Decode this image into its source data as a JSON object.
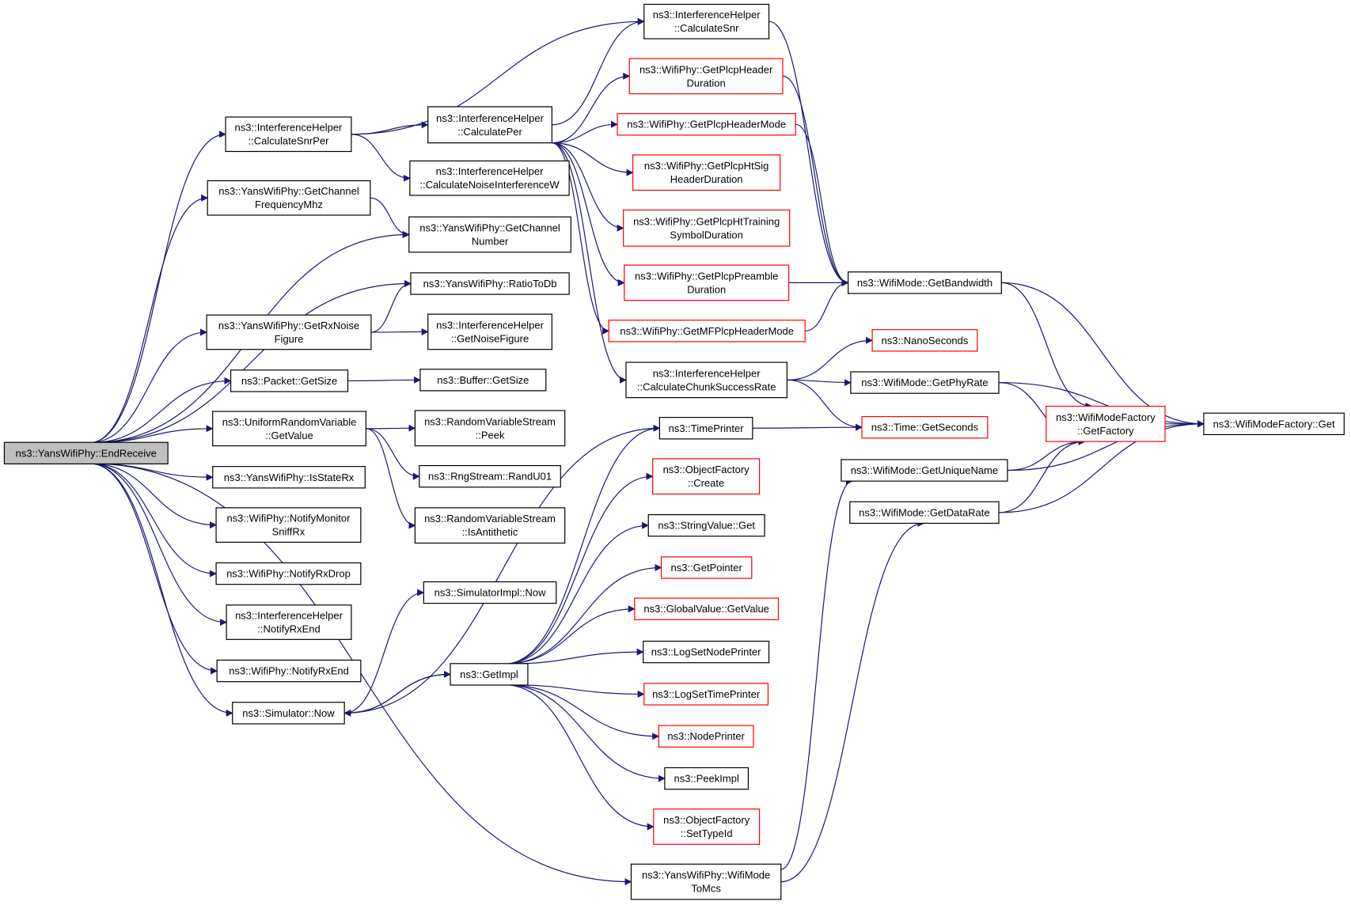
{
  "colors": {
    "edge": "#191970",
    "normal_border": "#000000",
    "truncated_border": "#ff0000",
    "root_fill": "#bfbfbf",
    "fill": "#ffffff"
  },
  "nodes": {
    "endReceive": [
      "ns3::YansWifiPhy::EndReceive"
    ],
    "calcSnrPer": [
      "ns3::InterferenceHelper",
      "::CalculateSnrPer"
    ],
    "getChFreq": [
      "ns3::YansWifiPhy::GetChannel",
      "FrequencyMhz"
    ],
    "getRxNoise": [
      "ns3::YansWifiPhy::GetRxNoise",
      "Figure"
    ],
    "pktGetSize": [
      "ns3::Packet::GetSize"
    ],
    "uniGetValue": [
      "ns3::UniformRandomVariable",
      "::GetValue"
    ],
    "isStateRx": [
      "ns3::YansWifiPhy::IsStateRx"
    ],
    "notifyMonitor": [
      "ns3::WifiPhy::NotifyMonitor",
      "SniffRx"
    ],
    "notifyRxDrop": [
      "ns3::WifiPhy::NotifyRxDrop"
    ],
    "ihNotifyRxEnd": [
      "ns3::InterferenceHelper",
      "::NotifyRxEnd"
    ],
    "wpNotifyRxEnd": [
      "ns3::WifiPhy::NotifyRxEnd"
    ],
    "simNow": [
      "ns3::Simulator::Now"
    ],
    "calcSnr": [
      "ns3::InterferenceHelper",
      "::CalculateSnr"
    ],
    "calcPer": [
      "ns3::InterferenceHelper",
      "::CalculatePer"
    ],
    "calcNoiseW": [
      "ns3::InterferenceHelper",
      "::CalculateNoiseInterferenceW"
    ],
    "getChNum": [
      "ns3::YansWifiPhy::GetChannel",
      "Number"
    ],
    "ratioToDb": [
      "ns3::YansWifiPhy::RatioToDb"
    ],
    "getNoiseFig": [
      "ns3::InterferenceHelper",
      "::GetNoiseFigure"
    ],
    "bufGetSize": [
      "ns3::Buffer::GetSize"
    ],
    "rvsPeek": [
      "ns3::RandomVariableStream",
      "::Peek"
    ],
    "randU01": [
      "ns3::RngStream::RandU01"
    ],
    "isAntithetic": [
      "ns3::RandomVariableStream",
      "::IsAntithetic"
    ],
    "simImplNow": [
      "ns3::SimulatorImpl::Now"
    ],
    "getImpl": [
      "ns3::GetImpl"
    ],
    "wmToMcs": [
      "ns3::YansWifiPhy::WifiMode",
      "ToMcs"
    ],
    "plcpHdrDur": [
      "ns3::WifiPhy::GetPlcpHeader",
      "Duration"
    ],
    "plcpHdrMode": [
      "ns3::WifiPhy::GetPlcpHeaderMode"
    ],
    "plcpHtSig": [
      "ns3::WifiPhy::GetPlcpHtSig",
      "HeaderDuration"
    ],
    "plcpHtTrain": [
      "ns3::WifiPhy::GetPlcpHtTraining",
      "SymbolDuration"
    ],
    "plcpPreamble": [
      "ns3::WifiPhy::GetPlcpPreamble",
      "Duration"
    ],
    "mfPlcpHdr": [
      "ns3::WifiPhy::GetMFPlcpHeaderMode"
    ],
    "chunkRate": [
      "ns3::InterferenceHelper",
      "::CalculateChunkSuccessRate"
    ],
    "timePrinter": [
      "ns3::TimePrinter"
    ],
    "ofCreate": [
      "ns3::ObjectFactory",
      "::Create"
    ],
    "strGet": [
      "ns3::StringValue::Get"
    ],
    "getPointer": [
      "ns3::GetPointer"
    ],
    "gvGetValue": [
      "ns3::GlobalValue::GetValue"
    ],
    "logNode": [
      "ns3::LogSetNodePrinter"
    ],
    "logTime": [
      "ns3::LogSetTimePrinter"
    ],
    "nodePrinter": [
      "ns3::NodePrinter"
    ],
    "peekImpl": [
      "ns3::PeekImpl"
    ],
    "ofSetType": [
      "ns3::ObjectFactory",
      "::SetTypeId"
    ],
    "getBandwidth": [
      "ns3::WifiMode::GetBandwidth"
    ],
    "nanoSec": [
      "ns3::NanoSeconds"
    ],
    "getPhyRate": [
      "ns3::WifiMode::GetPhyRate"
    ],
    "getSeconds": [
      "ns3::Time::GetSeconds"
    ],
    "getUniqueName": [
      "ns3::WifiMode::GetUniqueName"
    ],
    "getDataRate": [
      "ns3::WifiMode::GetDataRate"
    ],
    "wmfGetFactory": [
      "ns3::WifiModeFactory",
      "::GetFactory"
    ],
    "wmfGet": [
      "ns3::WifiModeFactory::Get"
    ]
  }
}
